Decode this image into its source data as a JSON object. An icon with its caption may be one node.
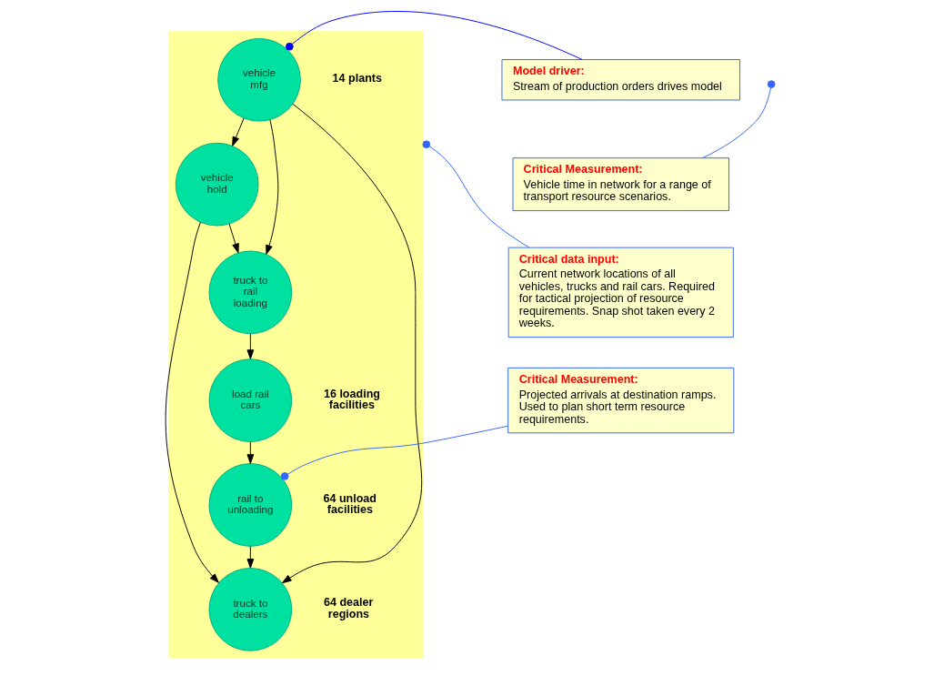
{
  "diagram": {
    "nodes": [
      {
        "text": [],
        "shape": "box"
      },
      {
        "text": [
          "vehicle mfg"
        ],
        "in": 0,
        "beside": [
          "14 plants"
        ]
      },
      {
        "text": [
          "vehicle hold"
        ],
        "in": 0
      },
      {
        "text": [
          "truck to rail loading"
        ],
        "in": 0
      },
      {
        "text": [
          "load rail cars"
        ],
        "in": 0,
        "beside": [
          "16 loading facilities"
        ]
      },
      {
        "text": [
          "rail to unloading"
        ],
        "in": 0,
        "beside": [
          "64 unload facilities"
        ]
      },
      {
        "text": [
          "truck to dealers"
        ],
        "in": 0,
        "beside": [
          "64 dealer regions"
        ]
      },
      {
        "text": [
          "Model driver:",
          "Stream of production orders drives model"
        ]
      },
      {
        "text": [
          "Critical Measurement:",
          "Vehicle time in network for a range of transport resource scenarios."
        ]
      },
      {
        "text": [
          "Critical data input:",
          "Current network locations of all vehicles, trucks and rail cars. Required for tactical projection of resource requirements. Snap shot taken every 2 weeks."
        ]
      },
      {
        "text": [
          "Critical Measurement:",
          "Projected arrivals at destination ramps. Used to plan short term resource requirements."
        ]
      }
    ],
    "edges": [
      {
        "from": 1,
        "to": 2,
        "arrow": "to"
      },
      {
        "from": 1,
        "to": 3,
        "arrow": "to"
      },
      {
        "from": 1,
        "to": 6,
        "arrow": "to"
      },
      {
        "from": 2,
        "to": 3,
        "arrow": "to"
      },
      {
        "from": 2,
        "to": 6,
        "arrow": "to"
      },
      {
        "from": 3,
        "to": 4,
        "arrow": "to"
      },
      {
        "from": 4,
        "to": 5,
        "arrow": "to"
      },
      {
        "from": 5,
        "to": 6,
        "arrow": "to"
      },
      {
        "from": 7,
        "to": 1,
        "arrow": "other",
        "color": "#0000ff"
      },
      {
        "from": 8,
        "to": null,
        "arrow": "other",
        "color": "#3366ff"
      },
      {
        "from": 9,
        "to": 0,
        "arrow": "other",
        "color": "#3366ff"
      },
      {
        "from": 10,
        "to": 5,
        "arrow": "other",
        "color": "#3366ff"
      }
    ]
  }
}
